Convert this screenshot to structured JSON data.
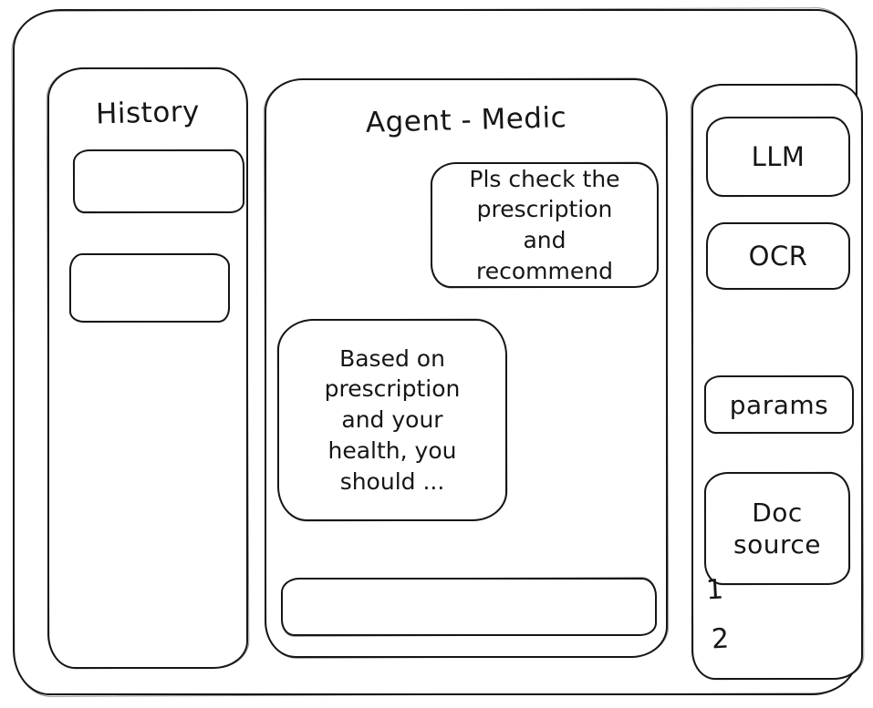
{
  "colors": {
    "ink": "#161616",
    "background": "#ffffff"
  },
  "history": {
    "title": "History"
  },
  "chat": {
    "title": "Agent - Medic",
    "user_message": "Pls check the prescription and recommend",
    "agent_message": "Based on prescription and your health, you should ...",
    "input_value": "",
    "input_placeholder": ""
  },
  "tools": {
    "items": [
      {
        "label": "LLM"
      },
      {
        "label": "OCR"
      },
      {
        "label": "params"
      },
      {
        "label": "Doc source"
      }
    ],
    "annotations": [
      "1",
      "2"
    ]
  }
}
